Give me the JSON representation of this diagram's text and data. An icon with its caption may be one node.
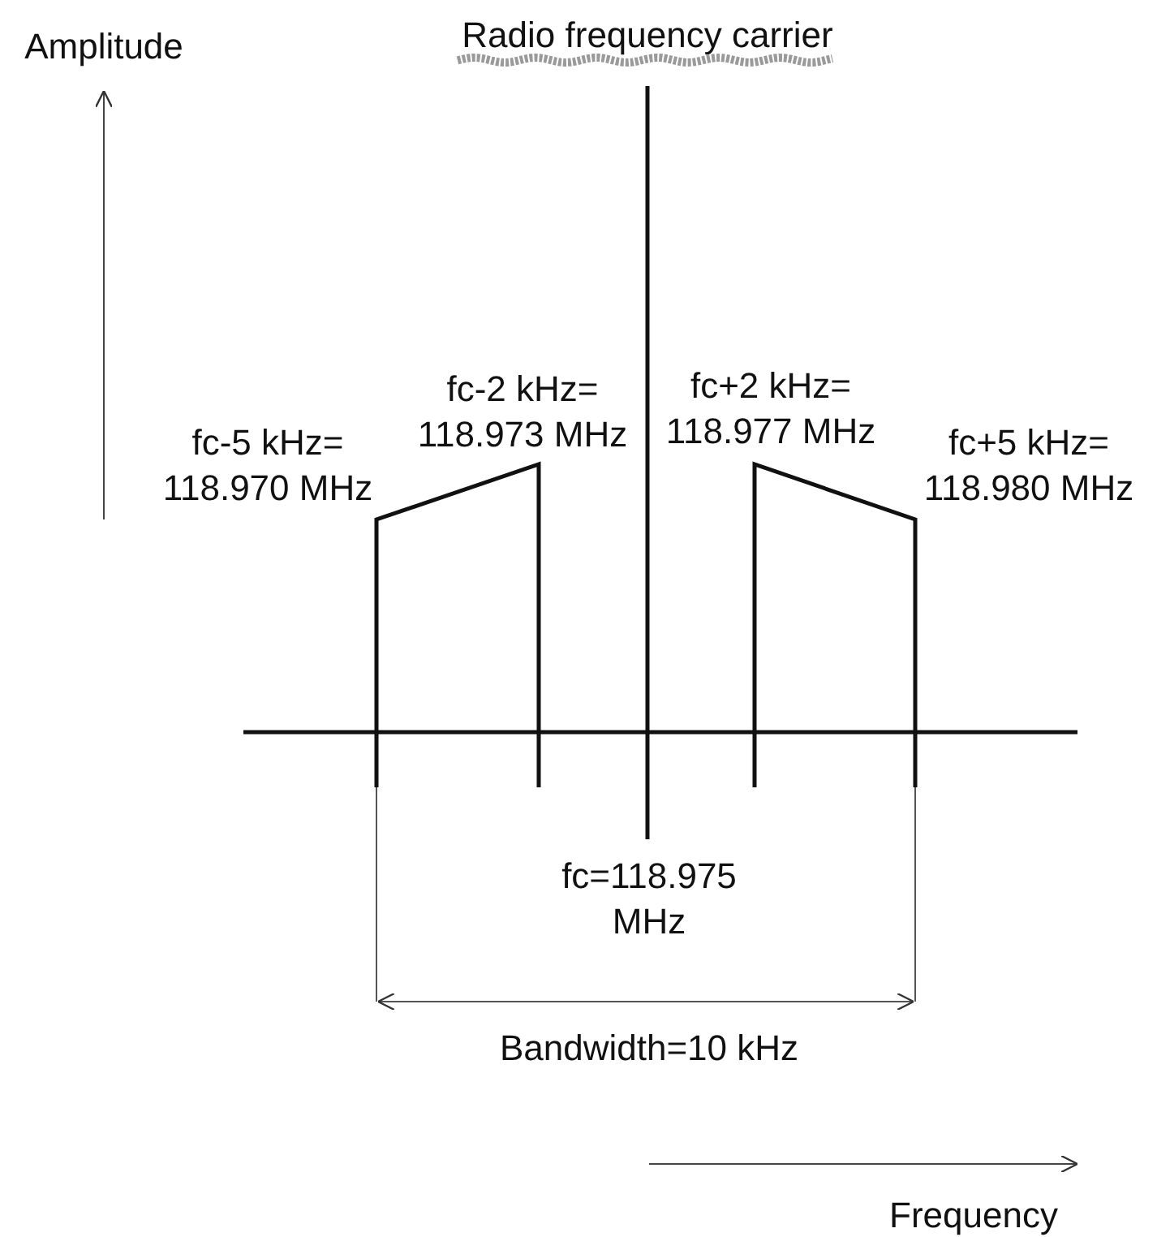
{
  "diagram": {
    "labels": [
      "Amplitude",
      "Radio frequency carrier",
      "fc-2 kHz= 118.973 MHz",
      "fc+2 kHz= 118.977 MHz",
      "fc-5 kHz= 118.970 MHz",
      "fc+5 kHz= 118.980 MHz",
      "fc=118.975 MHz",
      "Bandwidth=10 kHz",
      "Frequency"
    ]
  }
}
